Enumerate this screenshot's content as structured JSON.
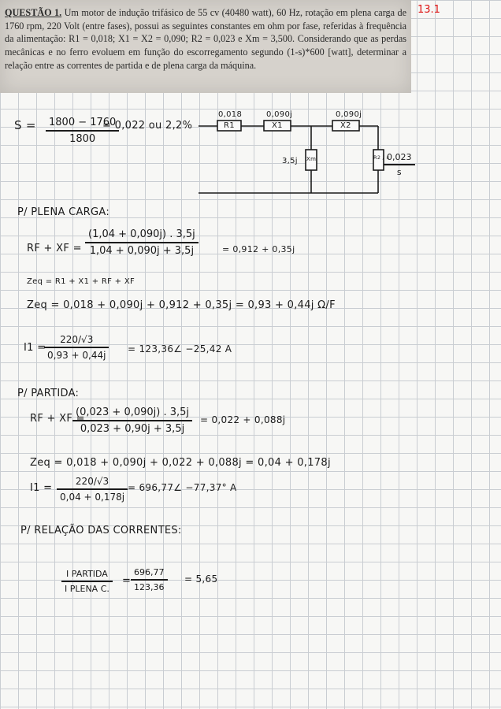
{
  "question": {
    "label": "QUESTÃO 1.",
    "text": "Um motor de indução trifásico de 55 cv (40480 watt), 60 Hz, rotação em plena carga de 1760 rpm, 220 Volt (entre fases), possui as seguintes constantes em ohm por fase, referidas à frequência da alimentação: R1 = 0,018; X1 = X2 = 0,090; R2 = 0,023 e Xm = 3,500. Considerando que as perdas mecânicas e no ferro evoluem em função do escorregamento segundo (1-s)*600 [watt], determinar a relação entre as correntes de partida e de plena carga da máquina."
  },
  "page_mark": "13.1",
  "slip": {
    "lhs": "S =",
    "num": "1800 − 1760",
    "den": "1800",
    "result": "= 0,022 ou 2,2%"
  },
  "circuit": {
    "r1_value": "0,018",
    "r1_label": "R1",
    "x1_value": "0,090j",
    "x1_label": "X1",
    "x2_value": "0,090j",
    "x2_label": "X2",
    "xm_value": "3,5j",
    "xm_label": "Xm",
    "r2_label": "R2 / s",
    "r2_value_num": "0,023",
    "r2_value_den": "s"
  },
  "full_load": {
    "heading": "P/ PLENA CARGA:",
    "rf_lhs": "RF + XF =",
    "rf_num": "(1,04 + 0,090j) . 3,5j",
    "rf_den": "1,04 + 0,090j + 3,5j",
    "rf_result": "= 0,912 + 0,35j",
    "zeq_def": "Zeq = R1 + X1 + RF + XF",
    "zeq_calc": "Zeq = 0,018 + 0,090j + 0,912 + 0,35j = 0,93 + 0,44j Ω/F",
    "i1_lhs": "I1 =",
    "i1_num": "220/√3",
    "i1_den": "0,93 + 0,44j",
    "i1_result": "= 123,36∠ −25,42 A"
  },
  "start": {
    "heading": "P/ PARTIDA:",
    "rf_lhs": "RF + XF =",
    "rf_num": "(0,023 + 0,090j) . 3,5j",
    "rf_den": "0,023 + 0,90j + 3,5j",
    "rf_result": "= 0,022 + 0,088j",
    "zeq_calc": "Zeq = 0,018 + 0,090j + 0,022 + 0,088j = 0,04 + 0,178j",
    "i1_lhs": "I1 =",
    "i1_num": "220/√3",
    "i1_den": "0,04 + 0,178j",
    "i1_result": "= 696,77∠ −77,37° A"
  },
  "ratio": {
    "heading": "P/ RELAÇÃO DAS CORRENTES:",
    "lhs_num": "I PARTIDA",
    "lhs_den": "I PLENA C.",
    "eq_num": "696,77",
    "eq_den": "123,36",
    "result": "= 5,65"
  }
}
